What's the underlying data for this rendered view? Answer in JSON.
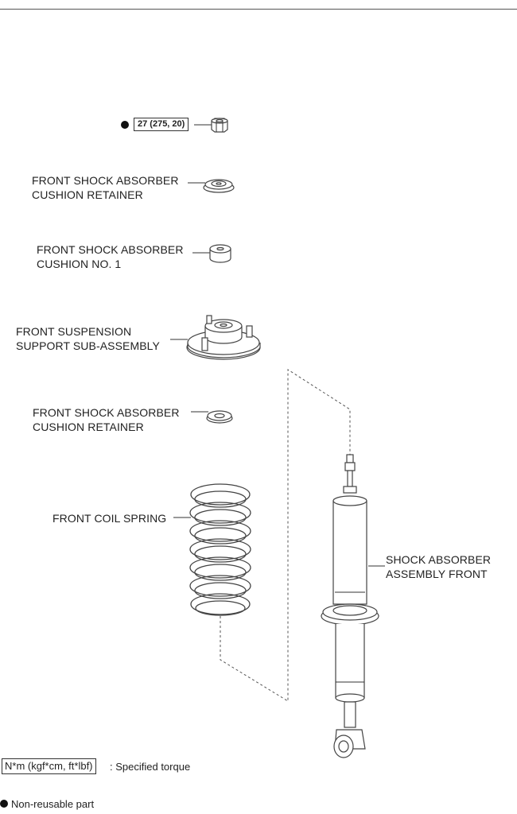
{
  "torque": {
    "value": "27 (275, 20)"
  },
  "labels": {
    "cushion_retainer_upper": [
      "FRONT SHOCK ABSORBER",
      "CUSHION RETAINER"
    ],
    "cushion_no1": [
      "FRONT SHOCK ABSORBER",
      "CUSHION NO. 1"
    ],
    "support": [
      "FRONT SUSPENSION",
      "SUPPORT SUB-ASSEMBLY"
    ],
    "cushion_retainer_lower": [
      "FRONT SHOCK ABSORBER",
      "CUSHION RETAINER"
    ],
    "coil_spring": "FRONT COIL SPRING",
    "shock_absorber": [
      "SHOCK ABSORBER",
      "ASSEMBLY FRONT"
    ]
  },
  "legend": {
    "torque_units": "N*m (kgf*cm, ft*lbf)",
    "torque_desc": ": Specified torque",
    "non_reusable": "Non-reusable part"
  },
  "icons": {
    "non_reusable_marker": "filled-circle-icon"
  }
}
